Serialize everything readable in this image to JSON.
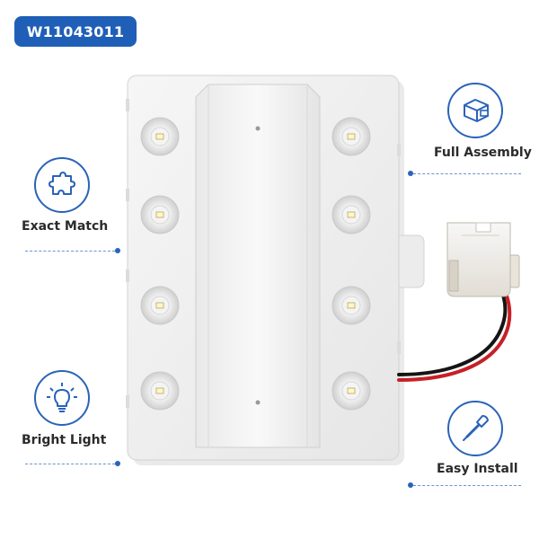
{
  "product": {
    "part_number": "W11043011",
    "led_count": 8
  },
  "features": [
    {
      "label": "Exact Match",
      "icon": "puzzle-piece-icon"
    },
    {
      "label": "Bright Light",
      "icon": "light-bulb-icon"
    },
    {
      "label": "Full Assembly",
      "icon": "box-assembly-icon"
    },
    {
      "label": "Easy Install",
      "icon": "screwdriver-icon"
    }
  ],
  "colors": {
    "brand_blue": "#1f5fb8",
    "icon_blue": "#2a63b9",
    "label_text": "#2b2b2b",
    "wire_red": "#c62026",
    "wire_black": "#151515"
  }
}
